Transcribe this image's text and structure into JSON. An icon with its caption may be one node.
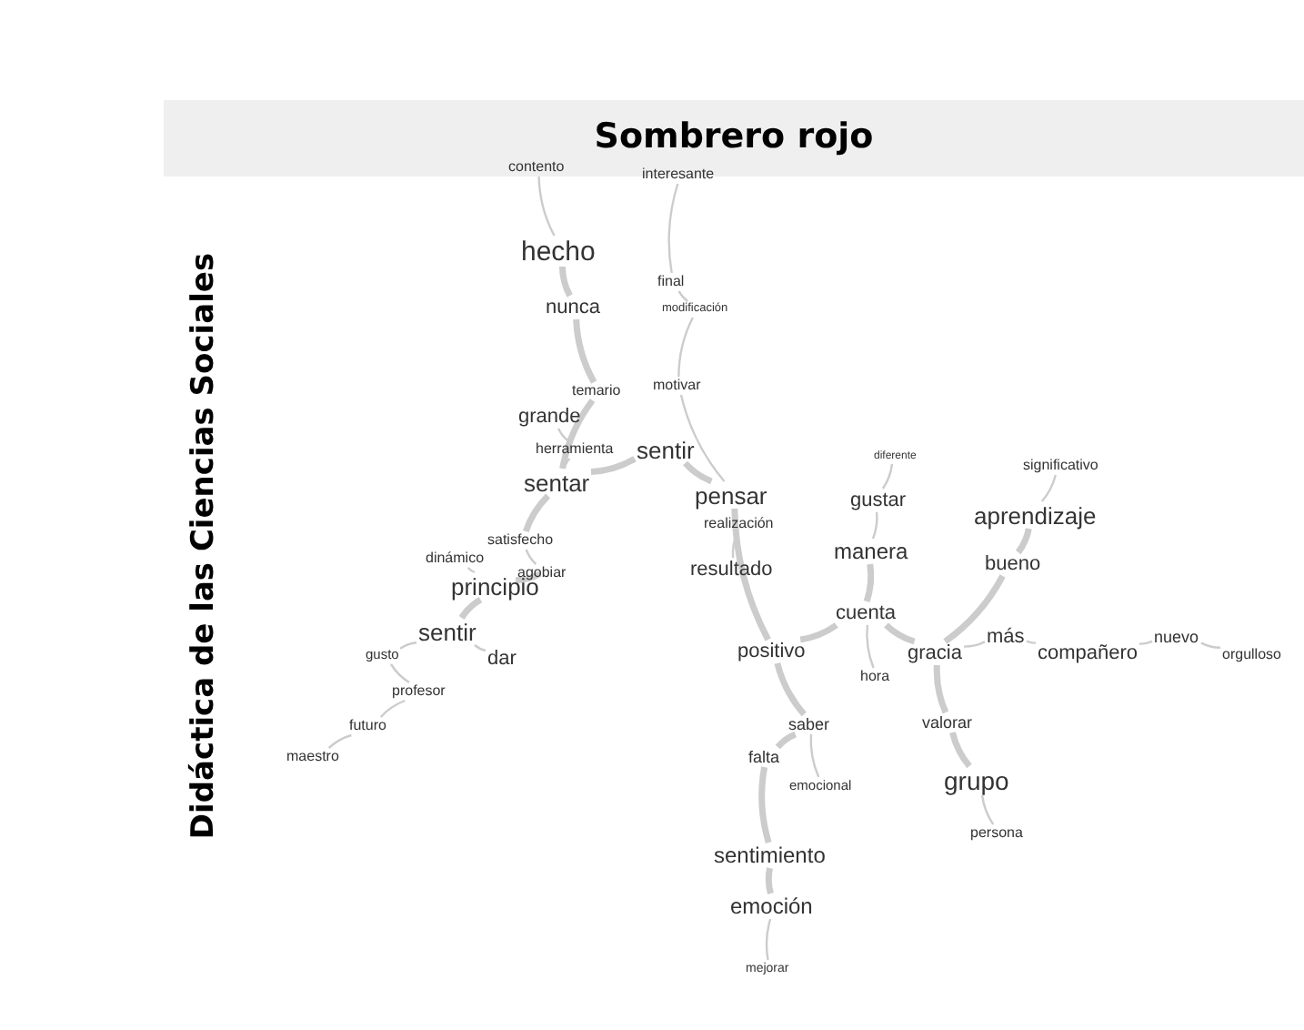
{
  "diagram": {
    "title": "Sombrero rojo",
    "nodes": [
      {
        "text": [
          "contento"
        ]
      },
      {
        "text": [
          "interesante"
        ]
      },
      {
        "text": [
          "hecho"
        ]
      },
      {
        "text": [
          "final"
        ]
      },
      {
        "text": [
          "modificación"
        ]
      },
      {
        "text": [
          "nunca"
        ]
      },
      {
        "text": [
          "temario"
        ]
      },
      {
        "text": [
          "motivar"
        ]
      },
      {
        "text": [
          "grande"
        ]
      },
      {
        "text": [
          "herramienta"
        ]
      },
      {
        "text": [
          "sentar"
        ]
      },
      {
        "text": [
          "sentir"
        ]
      },
      {
        "text": [
          "pensar"
        ]
      },
      {
        "text": [
          "realización"
        ]
      },
      {
        "text": [
          "resultado"
        ]
      },
      {
        "text": [
          "satisfecho"
        ]
      },
      {
        "text": [
          "dinámico"
        ]
      },
      {
        "text": [
          "agobiar"
        ]
      },
      {
        "text": [
          "principio"
        ]
      },
      {
        "text": [
          "sentir"
        ]
      },
      {
        "text": [
          "gusto"
        ]
      },
      {
        "text": [
          "dar"
        ]
      },
      {
        "text": [
          "profesor"
        ]
      },
      {
        "text": [
          "futuro"
        ]
      },
      {
        "text": [
          "maestro"
        ]
      },
      {
        "text": [
          "diferente"
        ]
      },
      {
        "text": [
          "significativo"
        ]
      },
      {
        "text": [
          "gustar"
        ]
      },
      {
        "text": [
          "aprendizaje"
        ]
      },
      {
        "text": [
          "manera"
        ]
      },
      {
        "text": [
          "bueno"
        ]
      },
      {
        "text": [
          "cuenta"
        ]
      },
      {
        "text": [
          "positivo"
        ]
      },
      {
        "text": [
          "gracia"
        ]
      },
      {
        "text": [
          "más"
        ]
      },
      {
        "text": [
          "compañero"
        ]
      },
      {
        "text": [
          "nuevo"
        ]
      },
      {
        "text": [
          "orgulloso"
        ]
      },
      {
        "text": [
          "hora"
        ]
      },
      {
        "text": [
          "valorar"
        ]
      },
      {
        "text": [
          "saber"
        ]
      },
      {
        "text": [
          "falta"
        ]
      },
      {
        "text": [
          "emocional"
        ]
      },
      {
        "text": [
          "grupo"
        ]
      },
      {
        "text": [
          "persona"
        ]
      },
      {
        "text": [
          "sentimiento"
        ]
      },
      {
        "text": [
          "emoción"
        ]
      },
      {
        "text": [
          "mejorar"
        ]
      }
    ],
    "edges": [
      {
        "from": 0,
        "to": 2,
        "arrow": "none"
      },
      {
        "from": 2,
        "to": 5,
        "arrow": "none",
        "style": "thick"
      },
      {
        "from": 5,
        "to": 6,
        "arrow": "none",
        "style": "thick"
      },
      {
        "from": 6,
        "to": 10,
        "arrow": "none",
        "style": "thick"
      },
      {
        "from": 8,
        "to": 9,
        "arrow": "none"
      },
      {
        "from": 9,
        "to": 10,
        "arrow": "none"
      },
      {
        "from": 10,
        "to": 11,
        "arrow": "none",
        "style": "thick"
      },
      {
        "from": 11,
        "to": 12,
        "arrow": "none",
        "style": "thick"
      },
      {
        "from": 1,
        "to": 3,
        "arrow": "none"
      },
      {
        "from": 3,
        "to": 4,
        "arrow": "none"
      },
      {
        "from": 4,
        "to": 7,
        "arrow": "none"
      },
      {
        "from": 7,
        "to": 12,
        "arrow": "none"
      },
      {
        "from": 12,
        "to": 13,
        "arrow": "none"
      },
      {
        "from": 13,
        "to": 14,
        "arrow": "none"
      },
      {
        "from": 12,
        "to": 32,
        "arrow": "none",
        "style": "thick"
      },
      {
        "from": 10,
        "to": 15,
        "arrow": "none",
        "style": "thick"
      },
      {
        "from": 15,
        "to": 17,
        "arrow": "none"
      },
      {
        "from": 17,
        "to": 18,
        "arrow": "none",
        "style": "thick"
      },
      {
        "from": 16,
        "to": 18,
        "arrow": "none"
      },
      {
        "from": 18,
        "to": 19,
        "arrow": "none",
        "style": "thick"
      },
      {
        "from": 19,
        "to": 20,
        "arrow": "none"
      },
      {
        "from": 19,
        "to": 21,
        "arrow": "none"
      },
      {
        "from": 20,
        "to": 22,
        "arrow": "none"
      },
      {
        "from": 22,
        "to": 23,
        "arrow": "none"
      },
      {
        "from": 23,
        "to": 24,
        "arrow": "none"
      },
      {
        "from": 32,
        "to": 31,
        "arrow": "none",
        "style": "thick"
      },
      {
        "from": 31,
        "to": 29,
        "arrow": "none",
        "style": "thick"
      },
      {
        "from": 29,
        "to": 27,
        "arrow": "none"
      },
      {
        "from": 27,
        "to": 25,
        "arrow": "none"
      },
      {
        "from": 31,
        "to": 38,
        "arrow": "none"
      },
      {
        "from": 31,
        "to": 33,
        "arrow": "none",
        "style": "thick"
      },
      {
        "from": 33,
        "to": 34,
        "arrow": "none"
      },
      {
        "from": 34,
        "to": 35,
        "arrow": "none"
      },
      {
        "from": 35,
        "to": 36,
        "arrow": "none"
      },
      {
        "from": 36,
        "to": 37,
        "arrow": "none"
      },
      {
        "from": 33,
        "to": 30,
        "arrow": "none",
        "style": "thick"
      },
      {
        "from": 30,
        "to": 28,
        "arrow": "none",
        "style": "thick"
      },
      {
        "from": 28,
        "to": 26,
        "arrow": "none"
      },
      {
        "from": 33,
        "to": 39,
        "arrow": "none",
        "style": "thick"
      },
      {
        "from": 39,
        "to": 43,
        "arrow": "none",
        "style": "thick"
      },
      {
        "from": 43,
        "to": 44,
        "arrow": "none"
      },
      {
        "from": 32,
        "to": 40,
        "arrow": "none",
        "style": "thick"
      },
      {
        "from": 40,
        "to": 41,
        "arrow": "none",
        "style": "thick"
      },
      {
        "from": 40,
        "to": 42,
        "arrow": "none"
      },
      {
        "from": 41,
        "to": 45,
        "arrow": "none",
        "style": "thick"
      },
      {
        "from": 45,
        "to": 46,
        "arrow": "none",
        "style": "thick"
      },
      {
        "from": 46,
        "to": 47,
        "arrow": "none"
      }
    ],
    "labels": [
      "Didáctica de las Ciencias Sociales"
    ]
  }
}
